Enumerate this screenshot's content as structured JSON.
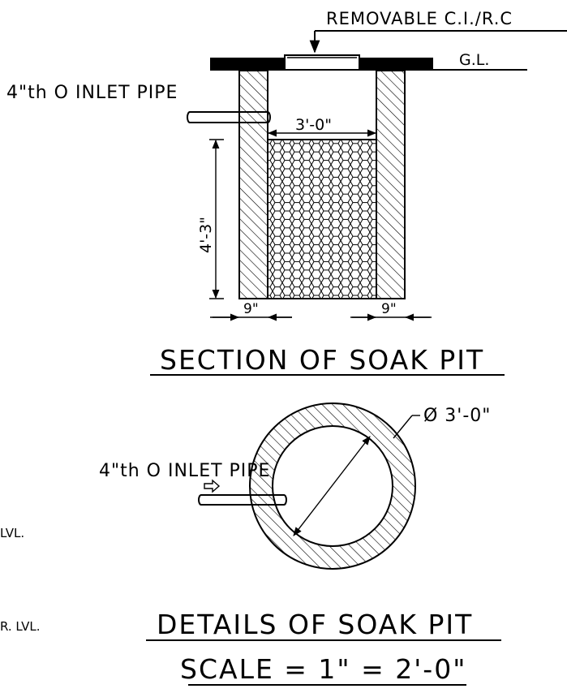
{
  "section": {
    "cover_label": "REMOVABLE C.I./R.C",
    "ground_label": "G.L.",
    "inlet_label": "4\"th O INLET PIPE",
    "width_dim": "3'-0\"",
    "depth_dim": "4'-3\"",
    "wall_dim_left": "9\"",
    "wall_dim_right": "9\"",
    "title": "SECTION OF SOAK PIT"
  },
  "plan": {
    "diameter_label": "Ø 3'-0\"",
    "inlet_label": "4\"th O INLET PIPE"
  },
  "side_labels": {
    "upper": "LVL.",
    "lower": "R. LVL."
  },
  "footer": {
    "title": "DETAILS OF SOAK PIT",
    "scale": "SCALE = 1\" = 2'-0\""
  }
}
